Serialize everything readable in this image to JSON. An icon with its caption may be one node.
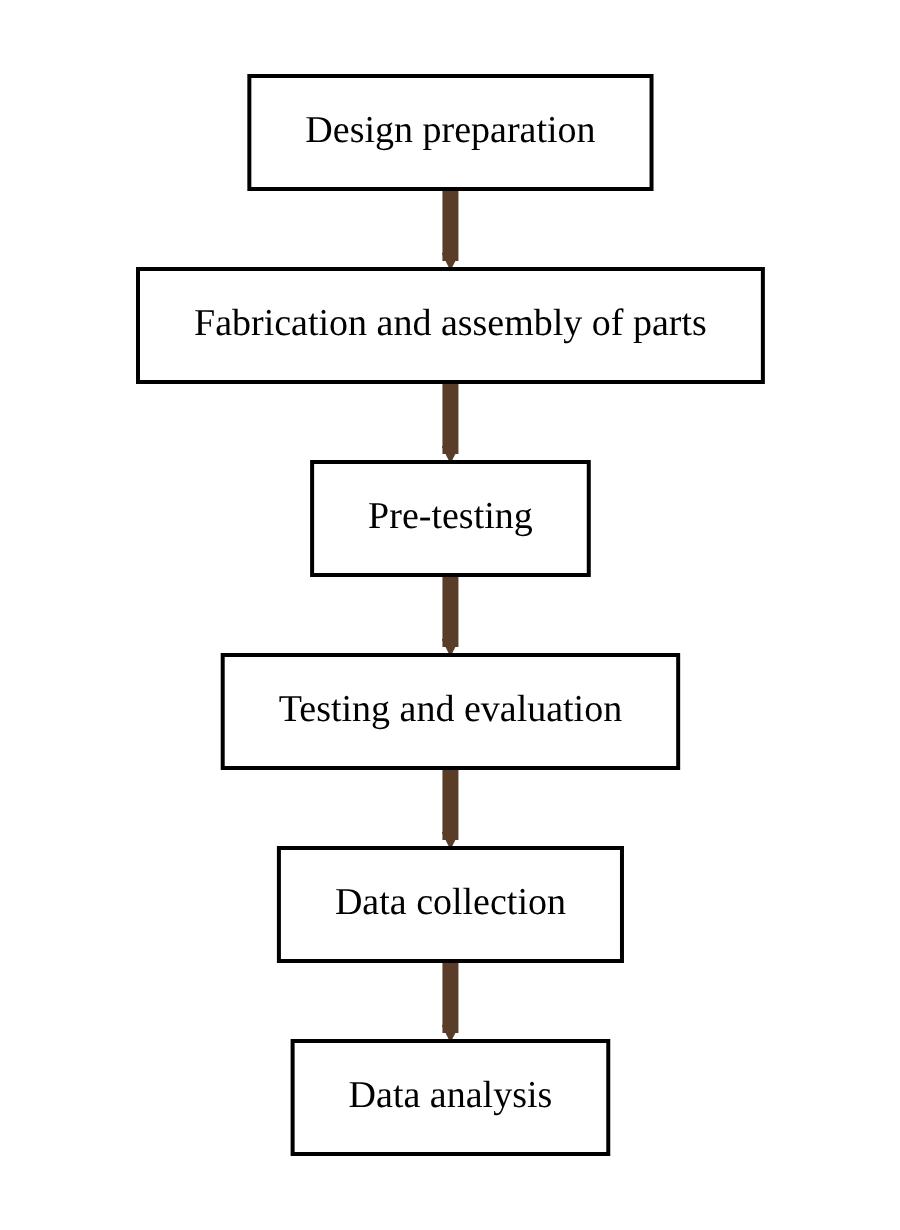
{
  "diagram": {
    "nodes": [
      {
        "text": [
          "Design preparation"
        ]
      },
      {
        "text": [
          "Fabrication and assembly of parts"
        ]
      },
      {
        "text": [
          "Pre-testing"
        ]
      },
      {
        "text": [
          "Testing and evaluation"
        ]
      },
      {
        "text": [
          "Data collection"
        ]
      },
      {
        "text": [
          "Data analysis"
        ]
      }
    ],
    "edges": [
      {
        "from": 0,
        "to": 1,
        "arrow": "to"
      },
      {
        "from": 1,
        "to": 2,
        "arrow": "to"
      },
      {
        "from": 2,
        "to": 3,
        "arrow": "to"
      },
      {
        "from": 3,
        "to": 4,
        "arrow": "to"
      },
      {
        "from": 4,
        "to": 5,
        "arrow": "to"
      }
    ]
  }
}
